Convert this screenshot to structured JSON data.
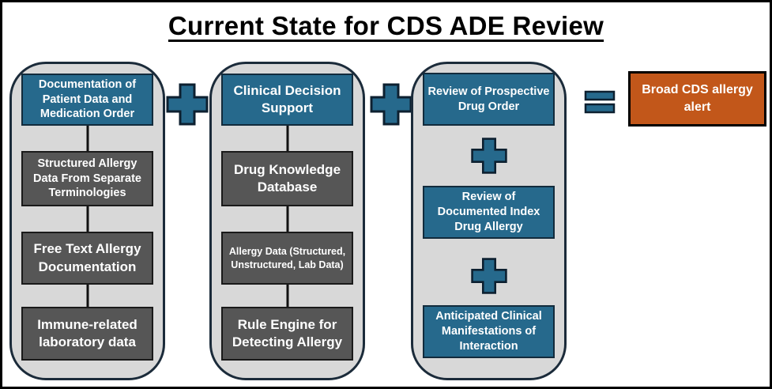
{
  "title": "Current State for CDS ADE Review",
  "colors": {
    "teal_box": "#26698C",
    "gray_box": "#565656",
    "column_background": "#D8D8D8",
    "column_border": "#1B2B3A",
    "operator_fill": "#26698C",
    "operator_border": "#0D2030",
    "result_box": "#C2571A",
    "result_border": "#000000",
    "text_on_boxes": "#FFFFFF",
    "title_text": "#000000"
  },
  "columns": [
    {
      "name": "documentation-inputs",
      "boxes": [
        {
          "label": "Documentation of Patient Data and Medication Order",
          "style": "teal"
        },
        {
          "label": "Structured Allergy Data From Separate Terminologies",
          "style": "gray"
        },
        {
          "label": "Free Text Allergy Documentation",
          "style": "gray"
        },
        {
          "label": "Immune-related laboratory data",
          "style": "gray"
        }
      ]
    },
    {
      "name": "clinical-decision-support",
      "boxes": [
        {
          "label": "Clinical Decision Support",
          "style": "teal"
        },
        {
          "label": "Drug Knowledge Database",
          "style": "gray"
        },
        {
          "label": "Allergy Data (Structured, Unstructured, Lab Data)",
          "style": "gray"
        },
        {
          "label": "Rule Engine for Detecting Allergy",
          "style": "gray"
        }
      ]
    },
    {
      "name": "pharmacist-review",
      "boxes": [
        {
          "label": "Review of Prospective Drug Order",
          "style": "teal"
        },
        {
          "label": "Review of Documented Index Drug Allergy",
          "style": "teal"
        },
        {
          "label": "Anticipated Clinical Manifestations of Interaction",
          "style": "teal"
        }
      ]
    }
  ],
  "operators": {
    "between_column_1_and_2": "plus",
    "between_column_2_and_3": "plus",
    "within_review_column": [
      "plus",
      "plus"
    ],
    "before_result": "equals"
  },
  "result": {
    "label": "Broad CDS allergy alert"
  }
}
